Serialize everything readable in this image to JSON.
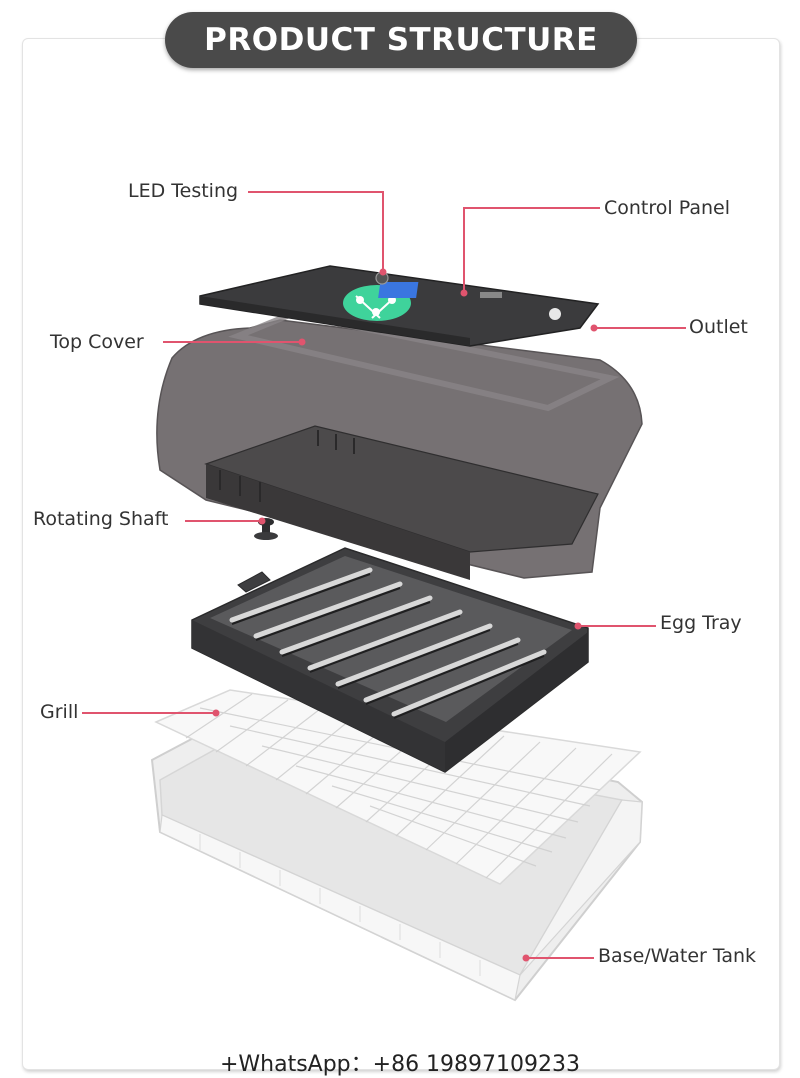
{
  "title": "PRODUCT STRUCTURE",
  "labels": {
    "led_testing": "LED Testing",
    "control_panel": "Control Panel",
    "top_cover": "Top Cover",
    "outlet": "Outlet",
    "rotating_shaft": "Rotating Shaft",
    "egg_tray": "Egg Tray",
    "grill": "Grill",
    "base_water_tank": "Base/Water Tank"
  },
  "footer": "+WhatsApp：+86 19897109233",
  "colors": {
    "leader_line": "#e0546e",
    "title_pill": "#4a4a4a",
    "panel_dark": "#3b3b3d",
    "cover_smoke": "#6b6668",
    "tray_dark": "#3e3e40",
    "grill_white": "#f6f6f6",
    "base_white": "#f1f1f1",
    "display_green": "#3fd39b",
    "display_blue": "#3a76e0"
  }
}
